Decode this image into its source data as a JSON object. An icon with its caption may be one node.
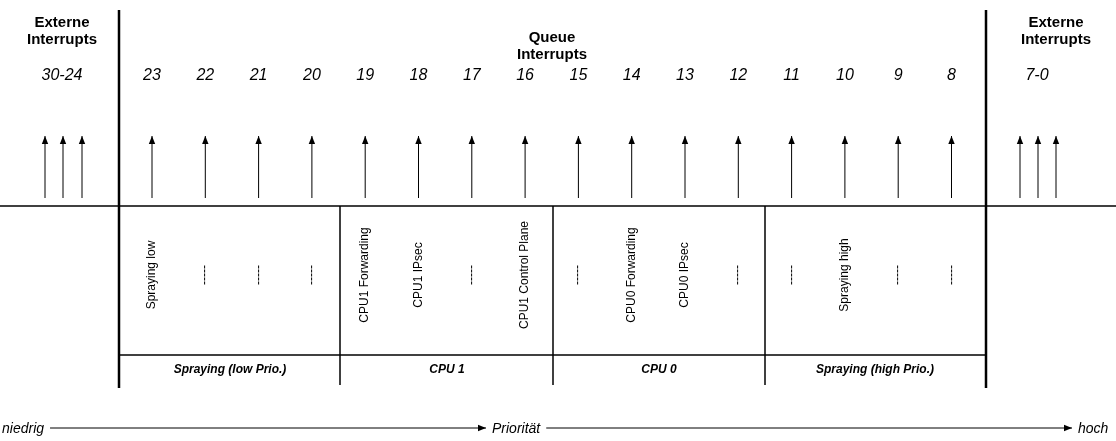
{
  "diagram": {
    "nodes": [
      {
        "text": [
          "niedrig"
        ]
      },
      {
        "text": [
          "Priorität"
        ]
      },
      {
        "text": [
          "hoch"
        ]
      }
    ],
    "edges": [
      {
        "from": 0,
        "to": 1,
        "arrow": "to"
      },
      {
        "from": 1,
        "to": 2,
        "arrow": "to"
      }
    ],
    "labels": [
      "Externe Interrupts",
      "Queue Interrupts",
      "Externe Interrupts",
      "30-24",
      "23",
      "22",
      "21",
      "20",
      "19",
      "18",
      "17",
      "16",
      "15",
      "14",
      "13",
      "12",
      "11",
      "10",
      "9",
      "8",
      "7-0",
      "Spraying low",
      "-----",
      "-----",
      "-----",
      "CPU1 Forwarding",
      "CPU1 IPsec",
      "-----",
      "CPU1 Control Plane",
      "-----",
      "CPU0 Forwarding",
      "CPU0 IPsec",
      "-----",
      "-----",
      "Spraying high",
      "-----",
      "-----",
      "Spraying (low Prio.)",
      "CPU 1",
      "CPU 0",
      "Spraying (high Prio.)"
    ]
  }
}
